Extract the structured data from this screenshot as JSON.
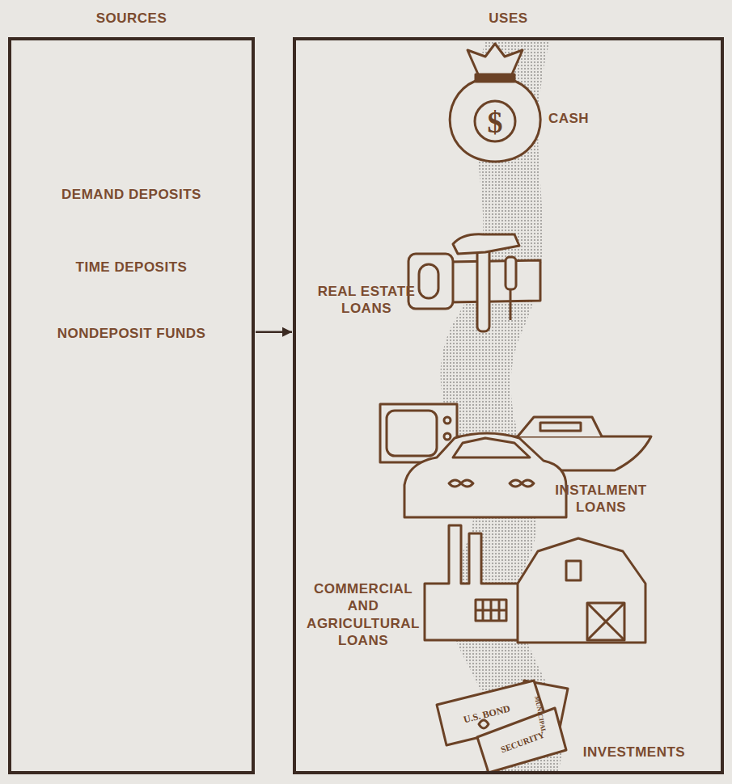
{
  "diagram": {
    "nodes": [
      {
        "text": [
          "SOURCES",
          "DEMAND DEPOSITS",
          "TIME DEPOSITS",
          "NONDEPOSIT FUNDS"
        ]
      },
      {
        "text": [
          "USES",
          "CASH",
          "REAL ESTATE LOANS",
          "INSTALMENT LOANS",
          "COMMERCIAL AND AGRICULTURAL LOANS",
          "INVESTMENTS"
        ]
      }
    ],
    "edges": [
      {
        "from": 0,
        "to": 1,
        "arrow": "to"
      }
    ],
    "labels": [
      "$",
      "U.S. BOND",
      "MUNICIPAL",
      "SECURITY"
    ]
  }
}
